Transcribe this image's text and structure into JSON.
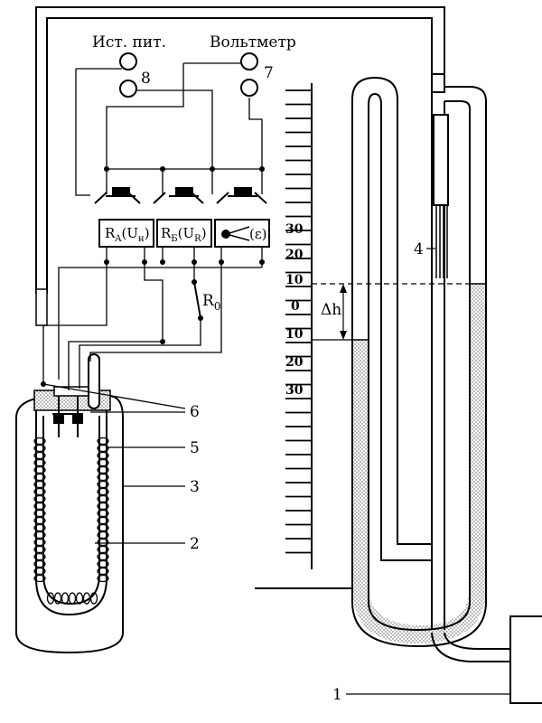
{
  "labels": {
    "power_source": "Ист. пит.",
    "voltmeter": "Вольтметр",
    "terminal_8": "8",
    "terminal_7": "7",
    "r0_main": "R",
    "r0_sub": "0",
    "delta_h": "Δh",
    "num_1": "1",
    "num_2": "2",
    "num_3": "3",
    "num_4": "4",
    "num_5": "5",
    "num_6": "6"
  },
  "boxes": {
    "a": {
      "r": "R",
      "r_sub": "A",
      "u": "(U",
      "u_sub": "н",
      "close": ")"
    },
    "b": {
      "r": "R",
      "r_sub": "Б",
      "u": "(U",
      "u_sub": "R",
      "close": ")"
    },
    "e": {
      "label": "(ε)"
    }
  },
  "scale": {
    "ticks_above": [
      "30",
      "20",
      "10"
    ],
    "zero": "0",
    "ticks_below": [
      "10",
      "20",
      "30"
    ]
  }
}
